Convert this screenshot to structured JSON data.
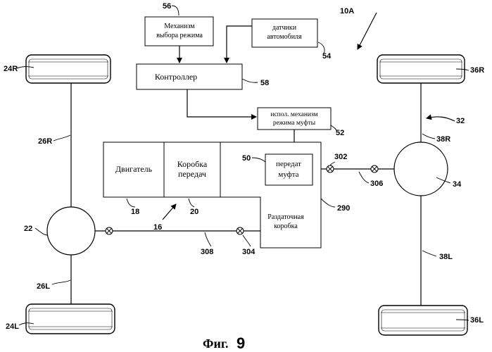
{
  "boxes": {
    "mode_selector": [
      "Механизм",
      "выбора режима"
    ],
    "vehicle_sensors": [
      "датчики",
      "автомобиля"
    ],
    "controller": "Контроллер",
    "clutch_actuator": [
      "испол. механизм",
      "режима муфты"
    ],
    "engine": "Двигатель",
    "transmission": [
      "Коробка",
      "передач"
    ],
    "transfer_clutch": [
      "передат",
      "муфта"
    ],
    "transfer_case": [
      "Раздаточная",
      "коробка"
    ]
  },
  "refs": {
    "r56": "56",
    "r54": "54",
    "r58": "58",
    "r52": "52",
    "r10a": "10A",
    "r24R": "24R",
    "r26R": "26R",
    "r22": "22",
    "r26L": "26L",
    "r24L": "24L",
    "r36R": "36R",
    "r32": "32",
    "r38R": "38R",
    "r34": "34",
    "r38L": "38L",
    "r36L": "36L",
    "r50": "50",
    "r302": "302",
    "r306": "306",
    "r290": "290",
    "r18": "18",
    "r16": "16",
    "r20": "20",
    "r308": "308",
    "r304": "304"
  },
  "caption": {
    "prefix": "Фиг.",
    "number": "9"
  }
}
